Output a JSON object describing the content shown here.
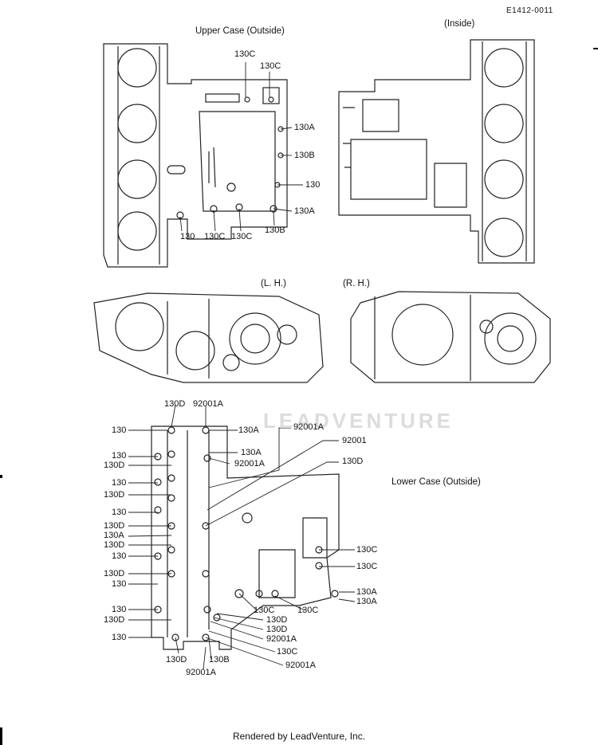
{
  "doc_code": "E1412-0011",
  "titles": {
    "upper_outside": "Upper Case (Outside)",
    "inside": "(Inside)",
    "lh": "(L. H.)",
    "rh": "(R. H.)",
    "lower_outside": "Lower Case (Outside)"
  },
  "watermark": "LEADVENTURE",
  "footer": "Rendered by LeadVenture, Inc.",
  "upper_labels": [
    "130C",
    "130C",
    "130A",
    "130B",
    "130",
    "130A",
    "130",
    "130C",
    "130C",
    "130B"
  ],
  "lower_labels": [
    "130D",
    "92001A",
    "130",
    "130A",
    "92001A",
    "130",
    "130A",
    "130D",
    "92001A",
    "92001",
    "130",
    "130D",
    "130D",
    "130",
    "130D",
    "130A",
    "130D",
    "130",
    "130D",
    "130C",
    "130",
    "130C",
    "130",
    "130A",
    "130A",
    "130D",
    "130C",
    "130D",
    "130C",
    "130",
    "130D",
    "92001A",
    "130C",
    "130D",
    "130B",
    "92001A",
    "92001A"
  ]
}
